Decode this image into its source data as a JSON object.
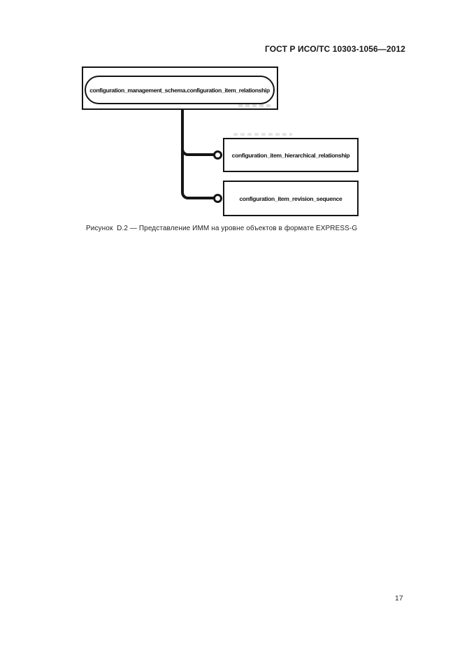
{
  "page": {
    "header": "ГОСТ Р ИСО/ТС 10303-1056—2012",
    "page_number": "17"
  },
  "diagram": {
    "type": "express-g",
    "schema_node": "configuration_management_schema.configuration_item_relationship",
    "entities": [
      {
        "label": "configuration_item_hierarchical_relationship"
      },
      {
        "label": "configuration_item_revision_sequence"
      }
    ],
    "caption": "Рисунок  D.2 — Представление ИММ на уровне объектов в формате EXPRESS-G"
  },
  "colors": {
    "ink": "#151515",
    "paper": "#ffffff"
  }
}
